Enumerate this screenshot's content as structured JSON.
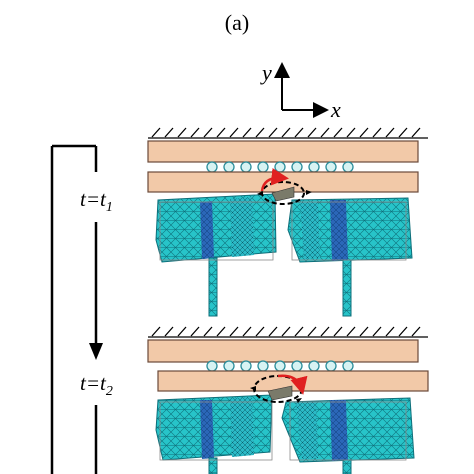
{
  "panel_label": "(a)",
  "axes": {
    "y": "y",
    "x": "x"
  },
  "stages": [
    {
      "label_main": "t=t",
      "label_sub": "1"
    },
    {
      "label_main": "t=t",
      "label_sub": "2"
    }
  ],
  "colors": {
    "plate_fill": "#f2c9a8",
    "plate_stroke": "#6b4a3a",
    "ball_fill": "#d7f3f3",
    "ball_stroke": "#2a8c9a",
    "mesh_fill": "#27c4c9",
    "mesh_line": "#0e6f7a",
    "band_fill": "#2b67b8",
    "arrow_red": "#e02020",
    "ground": "#000000"
  }
}
